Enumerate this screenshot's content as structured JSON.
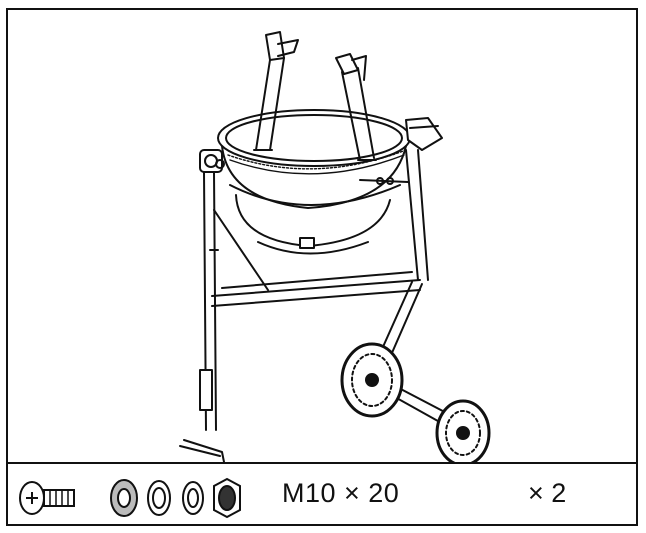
{
  "figure": {
    "subject": "mixer-stand-with-drum-and-wheels"
  },
  "parts": {
    "icons": [
      "pan-head-bolt-icon",
      "flat-washer-icon",
      "spring-washer-icon",
      "lock-washer-icon",
      "hex-nut-icon"
    ],
    "spec_label": "M10 × 20",
    "quantity_label": "× 2"
  },
  "colors": {
    "line": "#111111",
    "background": "#ffffff",
    "fill_gray": "#d0d0d0"
  }
}
